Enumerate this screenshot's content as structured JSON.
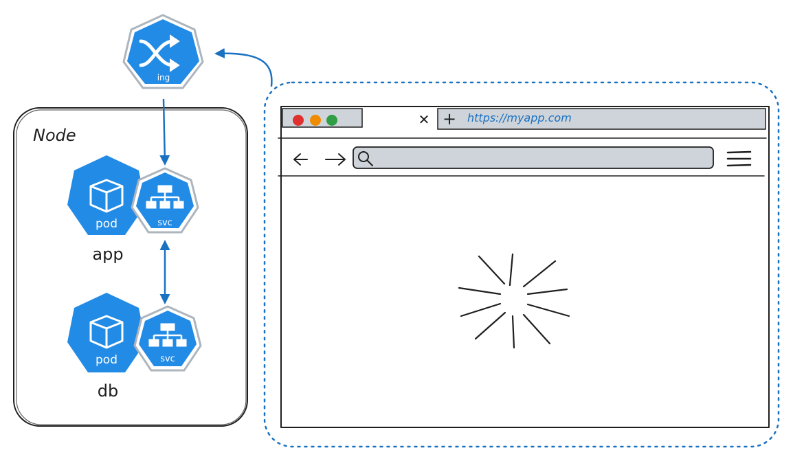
{
  "node": {
    "label": "Node"
  },
  "ingress": {
    "label": "ing",
    "icon": "shuffle-icon"
  },
  "app": {
    "pod_label": "pod",
    "svc_label": "svc",
    "caption": "app"
  },
  "db": {
    "pod_label": "pod",
    "svc_label": "svc",
    "caption": "db"
  },
  "browser": {
    "url_tab": "https://myapp.com",
    "tab_close": "✕",
    "new_tab": "+",
    "window_buttons": [
      "#e03131",
      "#f08c00",
      "#2f9e44"
    ]
  },
  "colors": {
    "k8s_blue": "#228be6",
    "arrow_blue": "#1971c2",
    "ink": "#1e1e1e",
    "browser_grey": "#ced4da"
  }
}
